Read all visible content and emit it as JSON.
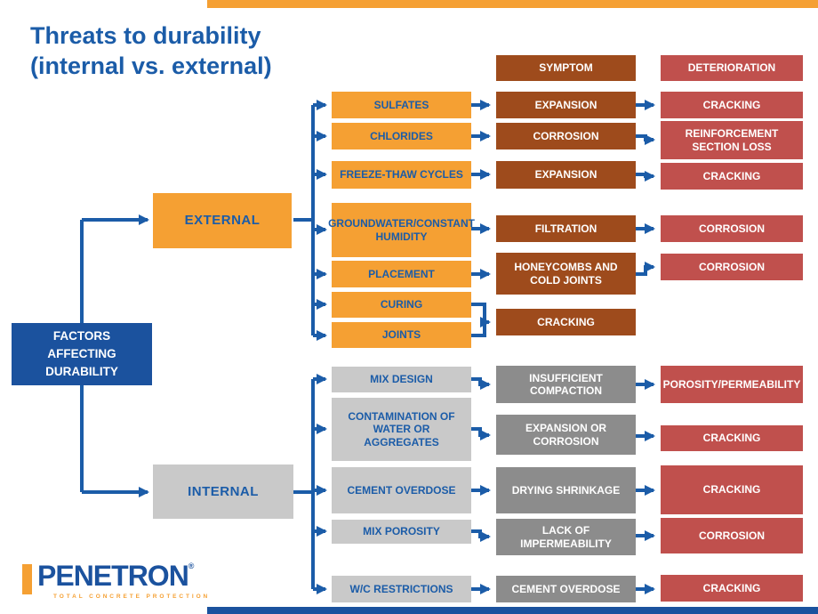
{
  "slide": {
    "title_line1": "Threats to durability",
    "title_line2": "(internal vs. external)"
  },
  "colors": {
    "orange": "#F5A033",
    "brown": "#9E4B1C",
    "red": "#C0504D",
    "dark_gray": "#8C8C8C",
    "light_gray": "#C9C9C9",
    "dark_blue": "#1B529E",
    "connector_blue": "#1B5CA8"
  },
  "column_headers": {
    "symptom": "SYMPTOM",
    "deterioration": "DETERIORATION"
  },
  "root_box": "FACTORS AFFECTING DURABILITY",
  "external": {
    "branch_label": "EXTERNAL",
    "rows": [
      {
        "factor": "SULFATES",
        "symptom": "EXPANSION",
        "deterioration": "CRACKING"
      },
      {
        "factor": "CHLORIDES",
        "symptom": "CORROSION",
        "deterioration": "REINFORCEMENT SECTION LOSS"
      },
      {
        "factor": "FREEZE-THAW CYCLES",
        "symptom": "EXPANSION",
        "deterioration": "CRACKING"
      },
      {
        "factor": "GROUNDWATER/CONSTANT HUMIDITY",
        "symptom": "FILTRATION",
        "deterioration": "CORROSION"
      },
      {
        "factor": "PLACEMENT",
        "symptom": "HONEYCOMBS AND COLD JOINTS",
        "deterioration": "CORROSION"
      }
    ],
    "merged_rows": {
      "factors": [
        "CURING",
        "JOINTS"
      ],
      "symptom": "CRACKING"
    }
  },
  "internal": {
    "branch_label": "INTERNAL",
    "rows": [
      {
        "factor": "MIX DESIGN",
        "symptom": "INSUFFICIENT COMPACTION",
        "deterioration": "POROSITY/PERMEABILITY"
      },
      {
        "factor": "CONTAMINATION OF WATER OR AGGREGATES",
        "symptom": "EXPANSION OR CORROSION",
        "deterioration": "CRACKING"
      },
      {
        "factor": "CEMENT OVERDOSE",
        "symptom": "DRYING SHRINKAGE",
        "deterioration": "CRACKING"
      },
      {
        "factor": "MIX POROSITY",
        "symptom": "LACK OF IMPERMEABILITY",
        "deterioration": "CORROSION"
      },
      {
        "factor": "W/C RESTRICTIONS",
        "symptom": "CEMENT OVERDOSE",
        "deterioration": "CRACKING"
      }
    ]
  },
  "logo": {
    "name": "PENETRON",
    "registered": "®",
    "tagline": "TOTAL CONCRETE PROTECTION"
  }
}
